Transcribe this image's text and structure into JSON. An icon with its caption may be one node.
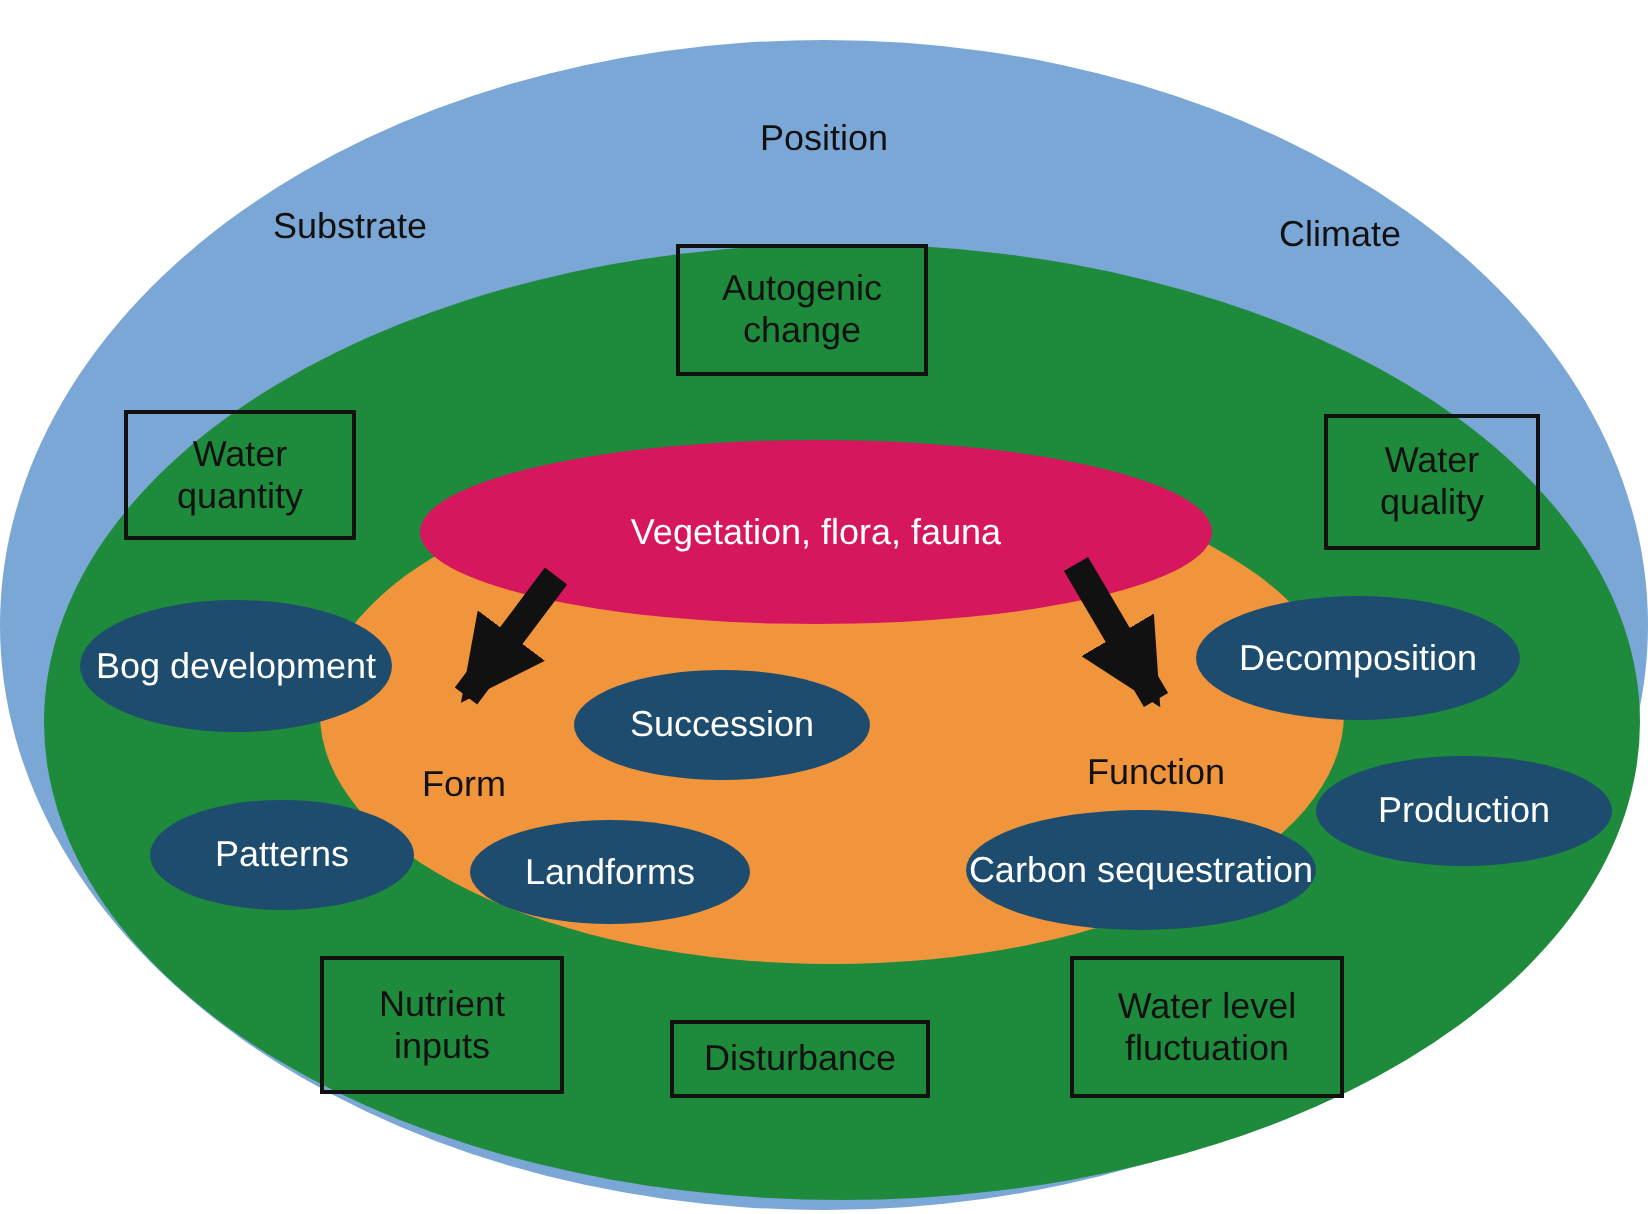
{
  "diagram": {
    "nodes": [
      {
        "text": [
          "Position",
          "Substrate",
          "Climate"
        ]
      },
      {
        "text": [],
        "shape": "ellipse",
        "in": 0
      },
      {
        "text": [
          "Autogenic change"
        ],
        "in": 1
      },
      {
        "text": [
          "Water quantity"
        ],
        "in": 1
      },
      {
        "text": [
          "Water quality"
        ],
        "in": 1
      },
      {
        "text": [],
        "shape": "ellipse",
        "in": 1
      },
      {
        "text": [
          "Vegetation, flora, fauna"
        ],
        "in": 5
      },
      {
        "text": [
          "Bog development"
        ],
        "in": 1
      },
      {
        "text": [
          "Succession"
        ],
        "in": 5
      },
      {
        "text": [
          "Form"
        ],
        "in": 5
      },
      {
        "text": [
          "Patterns"
        ],
        "in": 1
      },
      {
        "text": [
          "Landforms"
        ],
        "in": 5
      },
      {
        "text": [
          "Decomposition"
        ],
        "in": 1
      },
      {
        "text": [
          "Function"
        ],
        "in": 5
      },
      {
        "text": [
          "Production"
        ],
        "in": 1
      },
      {
        "text": [
          "Carbon sequestration"
        ],
        "in": 5
      },
      {
        "text": [
          "Nutrient inputs"
        ],
        "in": 1
      },
      {
        "text": [
          "Disturbance"
        ],
        "in": 1
      },
      {
        "text": [
          "Water level fluctuation"
        ],
        "in": 1
      }
    ],
    "edges": [
      {
        "from": 6,
        "to": 9,
        "arrow": "to"
      },
      {
        "from": 6,
        "to": 13,
        "arrow": "to"
      }
    ]
  }
}
